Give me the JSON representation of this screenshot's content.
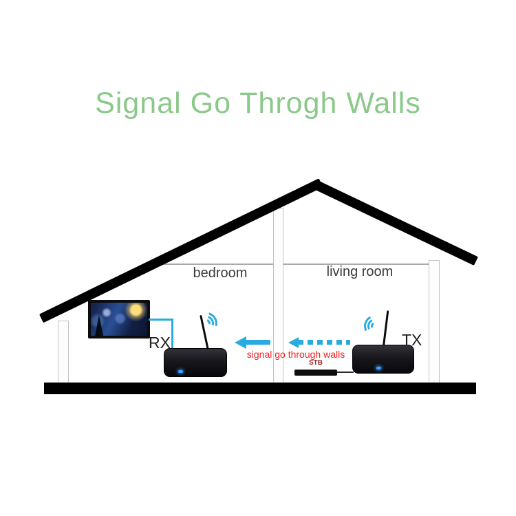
{
  "title": {
    "text": "Signal Go Throgh Walls",
    "color": "#8bc98b"
  },
  "rooms": {
    "bedroom_label": "bedroom",
    "living_room_label": "living room"
  },
  "devices": {
    "rx_label": "RX",
    "tx_label": "TX",
    "stb_label": "STB"
  },
  "signal": {
    "caption": "signal go through walls",
    "caption_color": "#f22020",
    "arrow_color": "#29abe2",
    "arrow_direction": "left"
  },
  "colors": {
    "structure": "#000000",
    "wall_outline": "#c3c3c3",
    "room_label": "#3a3a3a",
    "led": "#3aa0ff"
  }
}
